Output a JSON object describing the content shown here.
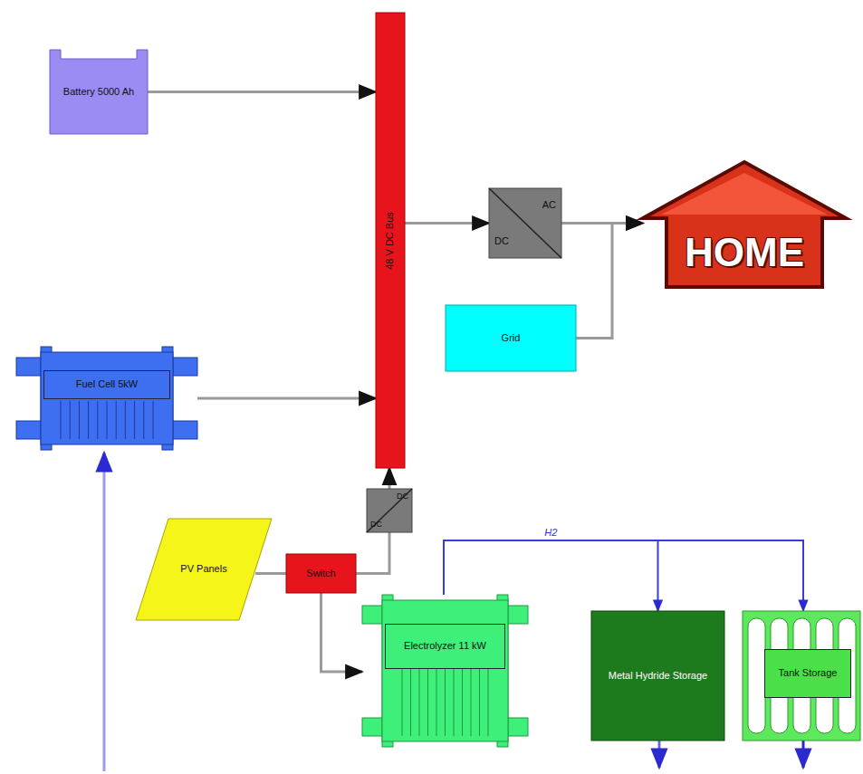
{
  "diagram": {
    "nodes": [
      {
        "text": [
          "Battery 5000 Ah"
        ]
      },
      {
        "text": [
          "48 V DC Bus"
        ]
      },
      {
        "text": [
          "AC",
          "DC"
        ]
      },
      {
        "text": [
          "HOME"
        ]
      },
      {
        "text": [
          "Grid"
        ]
      },
      {
        "text": [
          "Fuel Cell 5kW"
        ]
      },
      {
        "text": [
          "DC",
          "DC"
        ]
      },
      {
        "text": [
          "PV Panels"
        ]
      },
      {
        "text": [
          "Switch"
        ]
      },
      {
        "text": [
          "Electrolyzer 11 kW"
        ]
      },
      {
        "text": [
          "Metal Hydride Storage"
        ]
      },
      {
        "text": [
          "Tank Storage"
        ]
      }
    ],
    "edges": [
      {
        "from": 0,
        "to": 1,
        "arrow": "to"
      },
      {
        "from": 1,
        "to": 2,
        "arrow": "to"
      },
      {
        "from": 2,
        "to": 3,
        "arrow": "to"
      },
      {
        "from": 4,
        "to": 3,
        "arrow": "to"
      },
      {
        "from": 5,
        "to": 1,
        "arrow": "to"
      },
      {
        "from": 6,
        "to": 1,
        "arrow": "to"
      },
      {
        "from": 7,
        "to": 8,
        "arrow": "none"
      },
      {
        "from": 8,
        "to": 6,
        "arrow": "none"
      },
      {
        "from": 8,
        "to": 9,
        "arrow": "to"
      },
      {
        "from": 9,
        "to": 10,
        "label": "H2",
        "arrow": "to"
      },
      {
        "from": 9,
        "to": 11,
        "arrow": "to"
      }
    ]
  }
}
